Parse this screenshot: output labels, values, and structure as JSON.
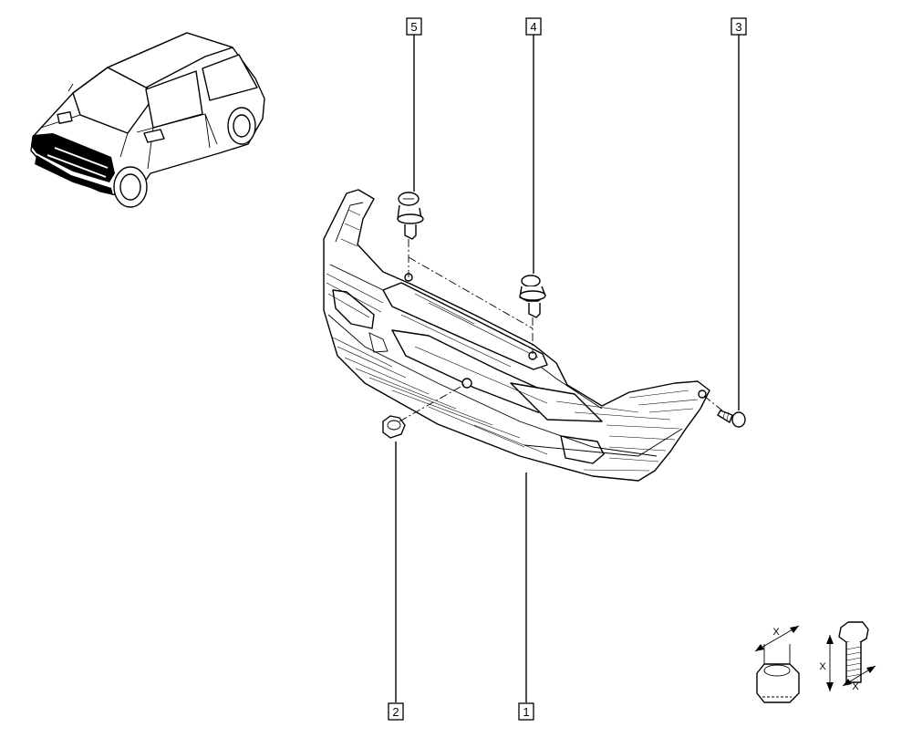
{
  "callouts": [
    {
      "id": "1",
      "label": "1"
    },
    {
      "id": "2",
      "label": "2"
    },
    {
      "id": "3",
      "label": "3"
    },
    {
      "id": "4",
      "label": "4"
    },
    {
      "id": "5",
      "label": "5"
    }
  ],
  "torque_legend": {
    "nut_dimension": "X",
    "bolt_length_dimension": "X",
    "bolt_dimension": "X"
  }
}
